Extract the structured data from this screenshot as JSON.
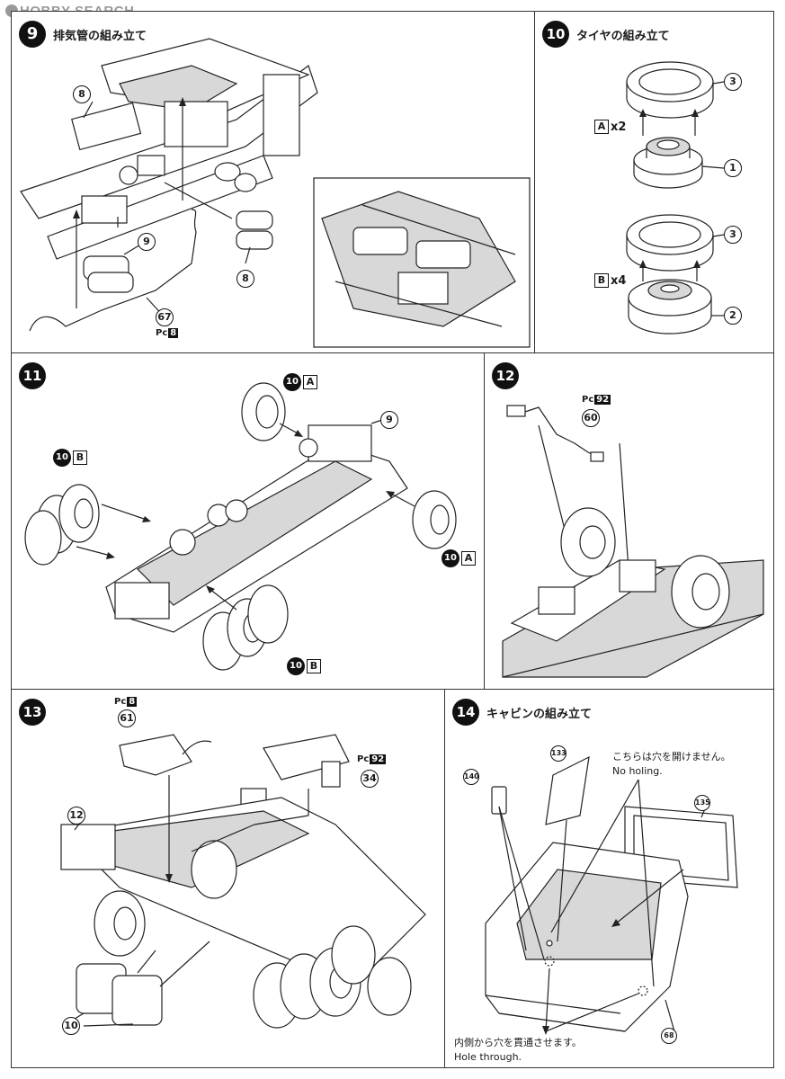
{
  "watermark": "HOBBY SEARCH",
  "steps": [
    {
      "num": "9",
      "title": "排気管の組み立て",
      "parts": [
        "8",
        "9",
        "8",
        "67"
      ],
      "paint": {
        "prefix": "Pc",
        "code": "8"
      }
    },
    {
      "num": "10",
      "title": "タイヤの組み立て",
      "parts": [
        "3",
        "1",
        "3",
        "2"
      ],
      "groups": [
        {
          "label": "A",
          "qty": "x2"
        },
        {
          "label": "B",
          "qty": "x4"
        }
      ]
    },
    {
      "num": "11",
      "title": "",
      "callouts": [
        {
          "num": "10",
          "sub": "A"
        },
        {
          "num": "9",
          "sub": ""
        },
        {
          "num": "10",
          "sub": "B"
        },
        {
          "num": "10",
          "sub": "A"
        },
        {
          "num": "10",
          "sub": "B"
        }
      ]
    },
    {
      "num": "12",
      "title": "",
      "parts": [
        "60"
      ],
      "paint": {
        "prefix": "Pc",
        "code": "92"
      }
    },
    {
      "num": "13",
      "title": "",
      "parts": [
        "61",
        "34",
        "12",
        "10"
      ],
      "paint": [
        {
          "prefix": "Pc",
          "code": "8"
        },
        {
          "prefix": "Pc",
          "code": "92"
        }
      ]
    },
    {
      "num": "14",
      "title": "キャビンの組み立て",
      "parts": [
        "133",
        "140",
        "135",
        "68"
      ],
      "notes": {
        "no_hole_jp": "こちらは穴を開けません。",
        "no_hole_en": "No holing.",
        "hole_jp": "内側から穴を貫通させます。",
        "hole_en": "Hole through."
      }
    }
  ]
}
